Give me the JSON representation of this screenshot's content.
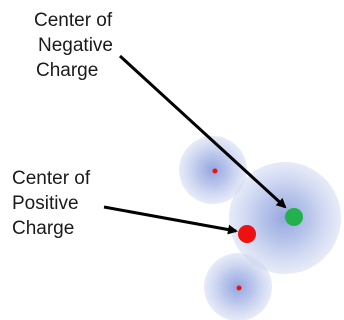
{
  "negative_label": {
    "line1": "Center of",
    "line2": "Negative",
    "line3": "Charge"
  },
  "positive_label": {
    "line1": "Center of",
    "line2": "Positive",
    "line3": "Charge"
  },
  "colors": {
    "cloud": "#aab8e4",
    "negative_center": "#22b14c",
    "positive_center": "#ee1111",
    "nucleus": "#ee1111",
    "arrow": "#000000",
    "text": "#1a1a1a"
  }
}
